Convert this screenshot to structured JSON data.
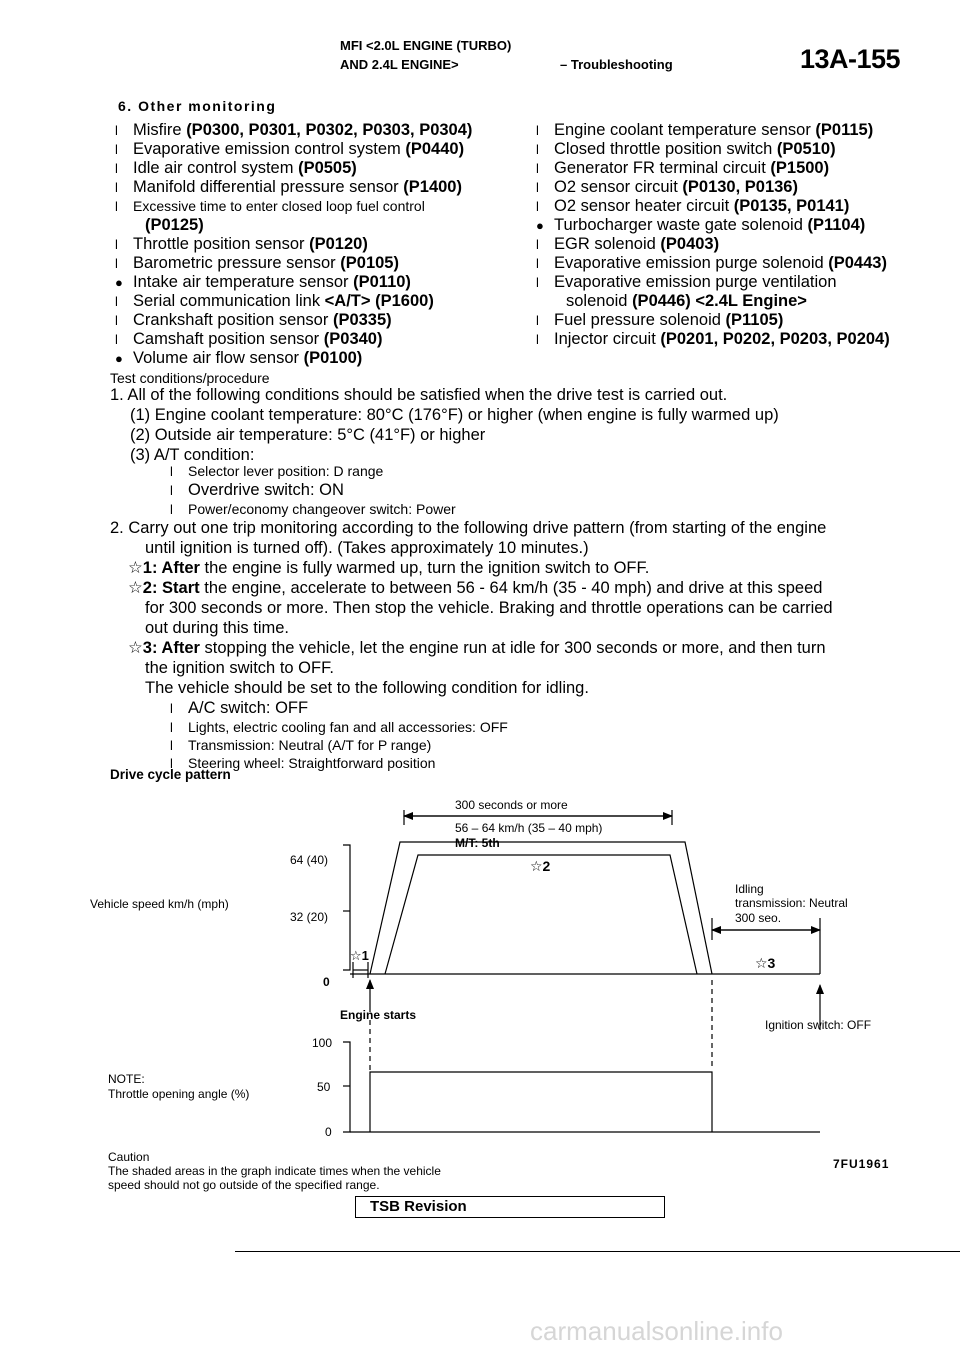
{
  "header": {
    "title_line1": "MFI <2.0L ENGINE (TURBO)",
    "title_line2": "AND 2.4L ENGINE>",
    "section": "– Troubleshooting",
    "page_number": "13A-155"
  },
  "monitoring": {
    "heading": "6. Other monitoring",
    "left_items": [
      {
        "label": "Misfire",
        "code": "(P0300, P0301, P0302, P0303, P0304)"
      },
      {
        "label": "Evaporative emission control system",
        "code": "(P0440)"
      },
      {
        "label": "Idle air control system",
        "code": "(P0505)"
      },
      {
        "label": "Manifold differential pressure sensor",
        "code": "(P1400)"
      },
      {
        "label": "Excessive time to enter closed loop fuel control",
        "code": "(P0125)"
      },
      {
        "label": "Throttle position sensor",
        "code": "(P0120)"
      },
      {
        "label": "Barometric pressure sensor",
        "code": "(P0105)"
      },
      {
        "label": "Intake air temperature sensor",
        "code": "(P0110)"
      },
      {
        "label": "Serial communication link",
        "code": "<A/T> (P1600)"
      },
      {
        "label": "Crankshaft position sensor",
        "code": "(P0335)"
      },
      {
        "label": "Camshaft position sensor",
        "code": "(P0340)"
      },
      {
        "label": "Volume air flow sensor",
        "code": "(P0100)"
      }
    ],
    "right_items": [
      {
        "label": "Engine coolant temperature sensor",
        "code": "(P0115)"
      },
      {
        "label": "Closed throttle position switch",
        "code": "(P0510)"
      },
      {
        "label": "Generator FR terminal circuit",
        "code": "(P1500)"
      },
      {
        "label": "O2 sensor circuit",
        "code": "(P0130, P0136)"
      },
      {
        "label": "O2 sensor heater circuit",
        "code": "(P0135, P0141)"
      },
      {
        "label": "Turbocharger waste gate solenoid",
        "code": "(P1104)"
      },
      {
        "label": "EGR solenoid",
        "code": "(P0403)"
      },
      {
        "label": "Evaporative emission purge solenoid",
        "code": "(P0443)"
      },
      {
        "label": "Evaporative emission purge ventilation",
        "code": ""
      },
      {
        "label": "solenoid",
        "code": "(P0446) <2.4L Engine>"
      },
      {
        "label": "Fuel pressure solenoid",
        "code": "(P1105)"
      },
      {
        "label": "Injector circuit",
        "code": "(P0201, P0202, P0203, P0204)"
      }
    ]
  },
  "procedure": {
    "heading": "Test conditions/procedure",
    "step1": "1. All of the following conditions should be satisfied when the drive test is carried out.",
    "cond1": "(1) Engine coolant temperature: 80°C (176°F) or higher (when engine is fully warmed up)",
    "cond2": "(2) Outside air temperature: 5°C (41°F) or higher",
    "cond3": "(3) A/T condition:",
    "at_items": [
      "Selector lever position: D range",
      "Overdrive switch: ON",
      "Power/economy changeover switch: Power"
    ],
    "step2_a": "2. Carry out one trip monitoring according to the following drive pattern (from starting of the engine",
    "step2_b": "until ignition is turned off). (Takes approximately 10 minutes.)",
    "s1_label": "☆1: After",
    "s1_text": "the engine is fully warmed up, turn the ignition switch to OFF.",
    "s2_label": "☆2: Start",
    "s2_text": "the engine, accelerate to between 56 - 64 km/h (35 - 40 mph) and drive at this speed",
    "s2_b": "for 300 seconds or more. Then stop the vehicle. Braking and throttle operations can be carried",
    "s2_c": "out during this time.",
    "s3_label": "☆3: After",
    "s3_text": "stopping the vehicle, let the engine run at idle for 300 seconds or more, and then turn",
    "s3_b": "the ignition switch to OFF.",
    "s3_c": "The vehicle should be set to the following condition for idling.",
    "idle_items": [
      "A/C switch: OFF",
      "Lights, electric cooling fan and all accessories: OFF",
      "Transmission: Neutral (A/T for P range)",
      "Steering wheel: Straightforward position"
    ]
  },
  "figure": {
    "heading": "Drive cycle pattern",
    "span_label": "300 seconds or more",
    "speed_range": "56 – 64 km/h (35 – 40 mph)",
    "mt_gear": "M/T: 5th",
    "star2": "☆2",
    "star1": "☆1",
    "star3": "☆3",
    "y_axis_label": "Vehicle speed km/h (mph)",
    "tick_64": "64 (40)",
    "tick_32": "32 (20)",
    "tick_0": "0",
    "idling": "Idling",
    "transmission": "transmission: Neutral",
    "idle_time": "300 seo.",
    "engine_starts": "Engine starts",
    "ignition_off": "Ignition switch: OFF",
    "note": "NOTE:",
    "throttle_label": "Throttle opening angle (%)",
    "t_100": "100",
    "t_50": "50",
    "t_0": "0",
    "caution_title": "Caution",
    "caution_1": "The shaded areas in the graph indicate times when the vehicle",
    "caution_2": "speed should not go outside of the specified range.",
    "fig_code": "7FU1961"
  },
  "footer": {
    "tsb": "TSB Revision",
    "watermark": "carmanualsonline.info"
  }
}
